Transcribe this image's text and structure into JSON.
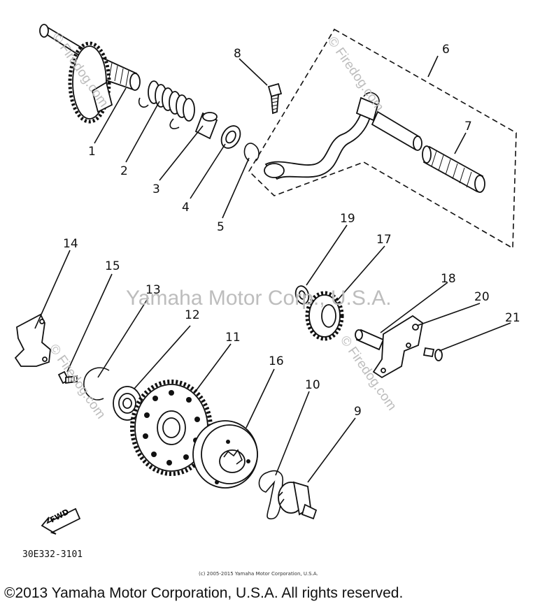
{
  "watermarks": {
    "center": "Yamaha Motor Corp., U.S.A.",
    "firedog_top": "© Firedog.com",
    "firedog_left": "© Firedog.com",
    "firedog_right": "© Firedog.com",
    "firedog_topleft": "© Firedog.com"
  },
  "diagram_code": "30E332-3101",
  "fwd_label": "FWD",
  "small_copyright": "(c) 2005-2015 Yamaha Motor Corporation, U.S.A.",
  "footer_copyright": "©2013 Yamaha Motor Corporation, U.S.A. All rights reserved.",
  "part_numbers": [
    "1",
    "2",
    "3",
    "4",
    "5",
    "6",
    "7",
    "8",
    "9",
    "10",
    "11",
    "12",
    "13",
    "14",
    "15",
    "16",
    "17",
    "18",
    "19",
    "20",
    "21"
  ]
}
